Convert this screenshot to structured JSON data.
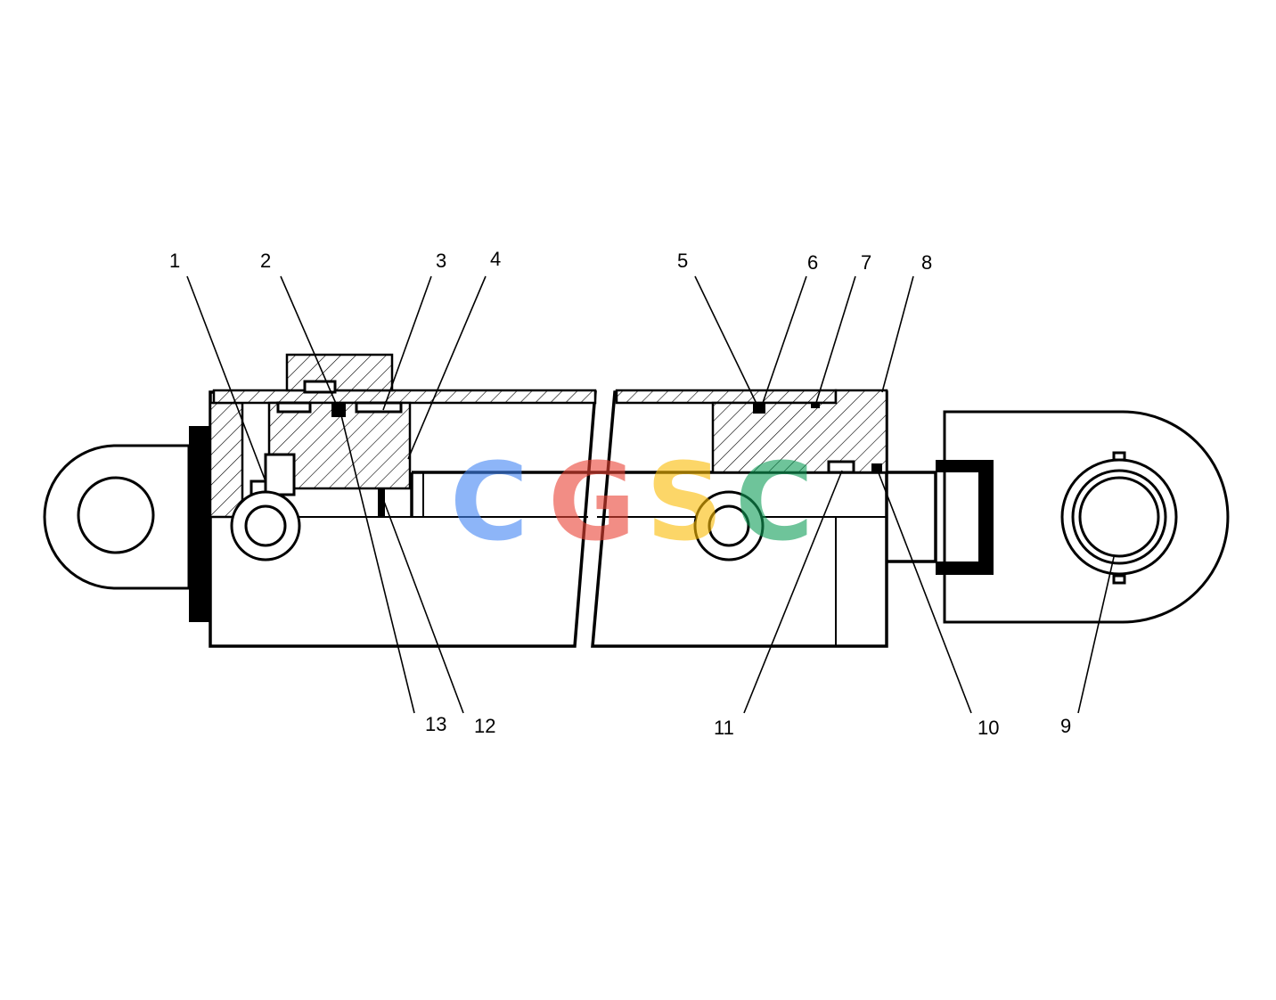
{
  "callouts": [
    {
      "id": "1",
      "label": "1"
    },
    {
      "id": "2",
      "label": "2"
    },
    {
      "id": "3",
      "label": "3"
    },
    {
      "id": "4",
      "label": "4"
    },
    {
      "id": "5",
      "label": "5"
    },
    {
      "id": "6",
      "label": "6"
    },
    {
      "id": "7",
      "label": "7"
    },
    {
      "id": "8",
      "label": "8"
    },
    {
      "id": "9",
      "label": "9"
    },
    {
      "id": "10",
      "label": "10"
    },
    {
      "id": "11",
      "label": "11"
    },
    {
      "id": "12",
      "label": "12"
    },
    {
      "id": "13",
      "label": "13"
    }
  ],
  "watermark": {
    "letters": [
      "C",
      "G",
      "S",
      "C"
    ],
    "colors": [
      "#4285F4",
      "#EA4335",
      "#FBBC05",
      "#0F9D58"
    ]
  }
}
